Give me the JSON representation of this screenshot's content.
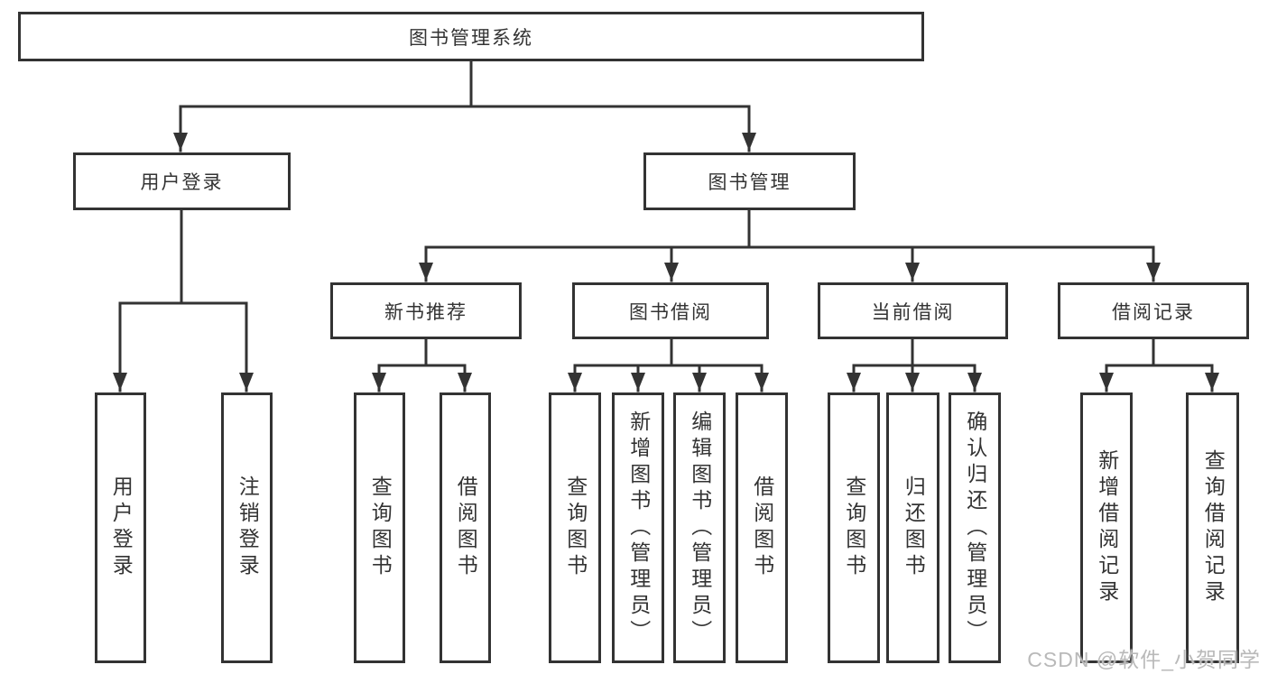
{
  "tree": {
    "label": "图书管理系统",
    "children": [
      {
        "label": "用户登录",
        "children": [
          {
            "label": "用户登录"
          },
          {
            "label": "注销登录"
          }
        ]
      },
      {
        "label": "图书管理",
        "children": [
          {
            "label": "新书推荐",
            "children": [
              {
                "label": "查询图书"
              },
              {
                "label": "借阅图书"
              }
            ]
          },
          {
            "label": "图书借阅",
            "children": [
              {
                "label": "查询图书"
              },
              {
                "label": "新增图书（管理员）"
              },
              {
                "label": "编辑图书（管理员）"
              },
              {
                "label": "借阅图书"
              }
            ]
          },
          {
            "label": "当前借阅",
            "children": [
              {
                "label": "查询图书"
              },
              {
                "label": "归还图书"
              },
              {
                "label": "确认归还（管理员）"
              }
            ]
          },
          {
            "label": "借阅记录",
            "children": [
              {
                "label": "新增借阅记录"
              },
              {
                "label": "查询借阅记录"
              }
            ]
          }
        ]
      }
    ]
  },
  "watermark": {
    "text": "CSDN @软件_小贺同学"
  },
  "colors": {
    "line": "#333333",
    "text": "#333333",
    "box_background": "#ffffff",
    "watermark": "#b9b9b9",
    "background": "#ffffff"
  }
}
